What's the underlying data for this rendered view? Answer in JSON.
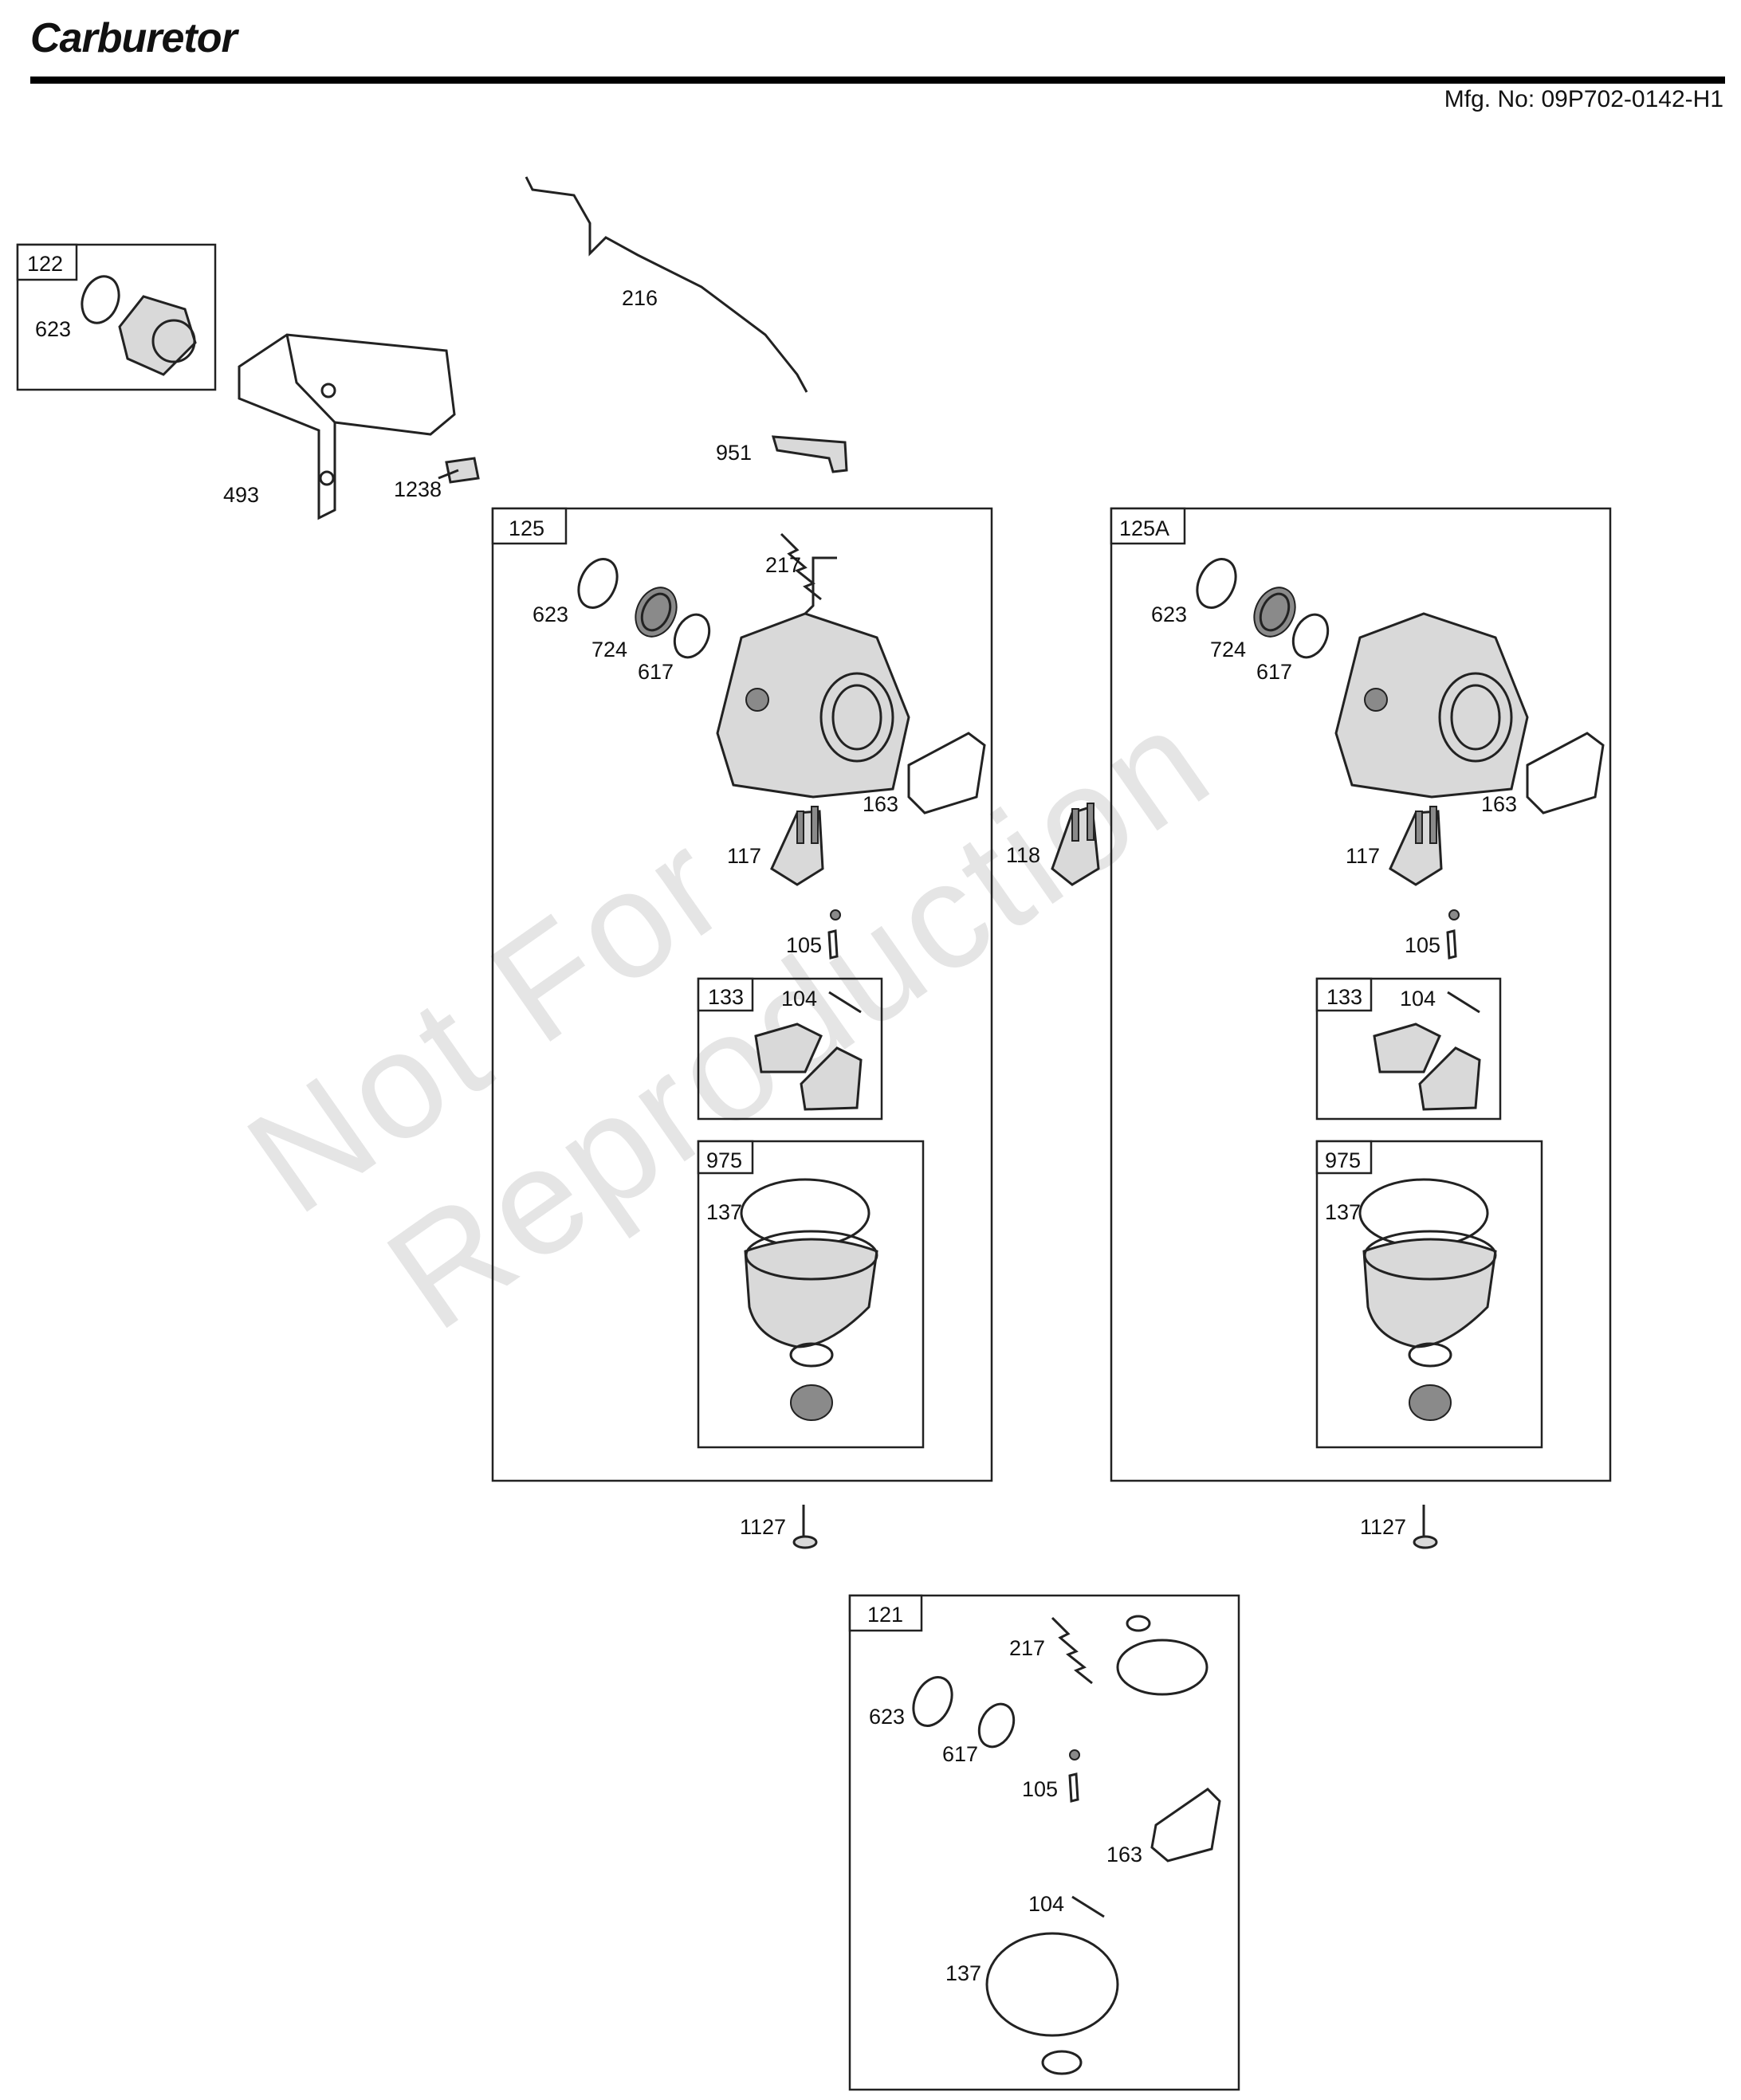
{
  "title": "Carburetor",
  "mfg_no": "Mfg. No: 09P702-0142-H1",
  "watermark": [
    "Not For",
    "Reproduction"
  ],
  "boxes": {
    "b122": "122",
    "b125": "125",
    "b125a": "125A",
    "b133a": "133",
    "b975a": "975",
    "b133b": "133",
    "b975b": "975",
    "b121": "121"
  },
  "labels": {
    "l623a": "623",
    "l493": "493",
    "l1238": "1238",
    "l216": "216",
    "l951": "951",
    "l217a": "217",
    "l623b": "623",
    "l724a": "724",
    "l617a": "617",
    "l163a": "163",
    "l117a": "117",
    "l105a": "105",
    "l104a": "104",
    "l137a": "137",
    "l118": "118",
    "l623c": "623",
    "l724b": "724",
    "l617b": "617",
    "l163b": "163",
    "l117b": "117",
    "l105b": "105",
    "l104b": "104",
    "l137b": "137",
    "l1127a": "1127",
    "l1127b": "1127",
    "l217b": "217",
    "l623d": "623",
    "l617c": "617",
    "l105c": "105",
    "l163c": "163",
    "l104c": "104",
    "l137c": "137"
  }
}
